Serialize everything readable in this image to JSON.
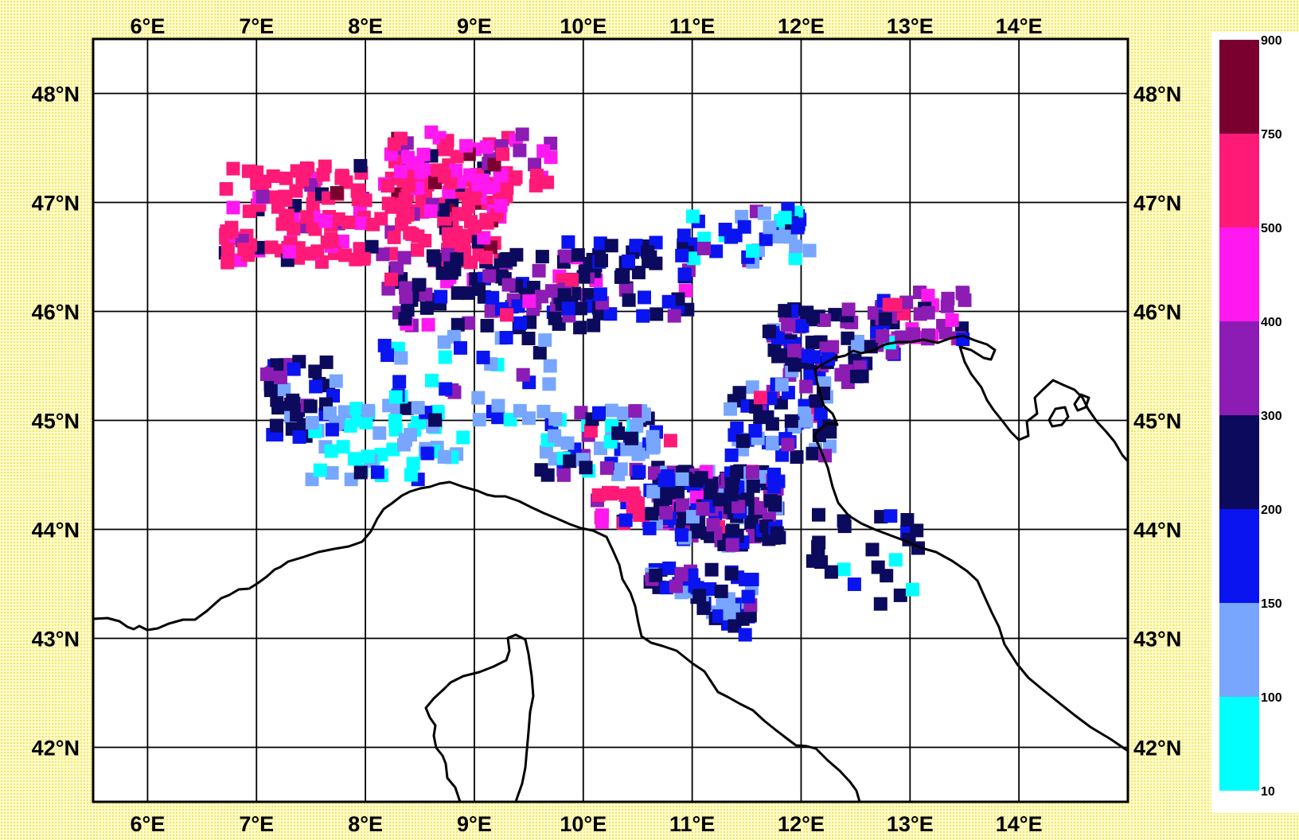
{
  "map": {
    "lon_range": [
      5.5,
      15.0
    ],
    "lat_range": [
      41.5,
      48.5
    ],
    "lon_ticks": [
      "6°E",
      "7°E",
      "8°E",
      "9°E",
      "10°E",
      "11°E",
      "12°E",
      "13°E",
      "14°E"
    ],
    "lat_ticks": [
      "48°N",
      "47°N",
      "46°N",
      "45°N",
      "44°N",
      "43°N",
      "42°N"
    ],
    "grid": true,
    "colors": {
      "bg": "#fffcc8",
      "map_bg": "#ffffff",
      "coast": "#000000"
    }
  },
  "colorbar": {
    "labels": [
      "900",
      "750",
      "500",
      "400",
      "300",
      "200",
      "150",
      "100",
      "10"
    ],
    "colors": [
      "#7a0030",
      "#ff1a78",
      "#ff18f0",
      "#8c1cb4",
      "#0c0a5c",
      "#0a14f0",
      "#78a6ff",
      "#00ffff"
    ]
  }
}
